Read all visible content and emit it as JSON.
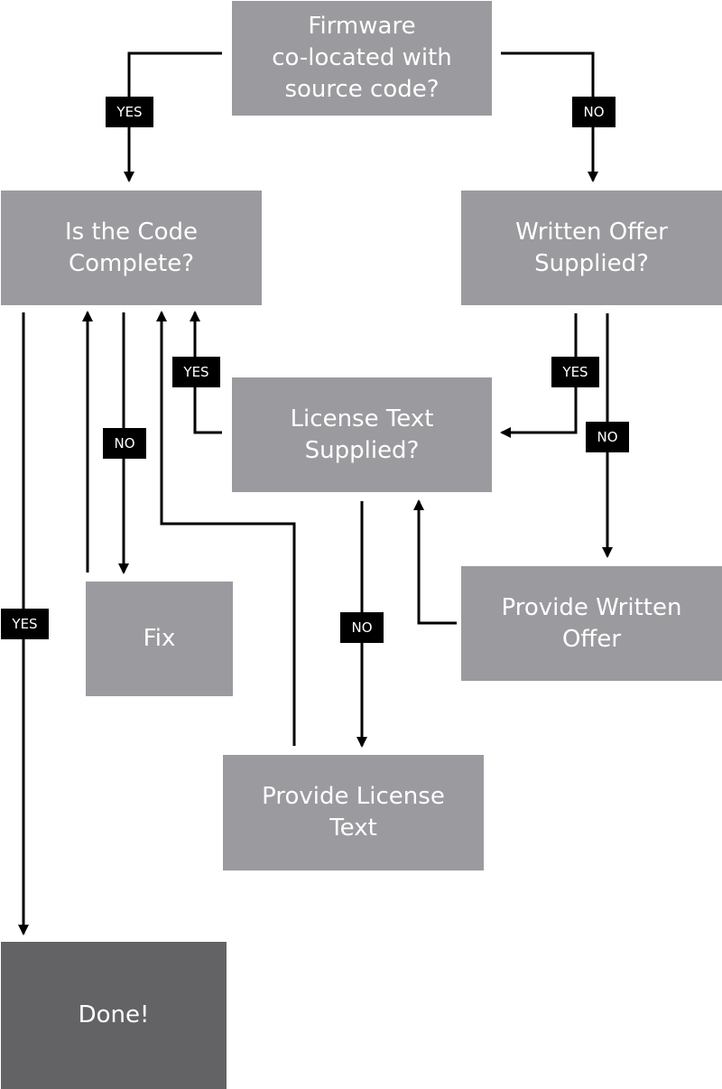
{
  "nodes": {
    "firmware": "Firmware\nco-located with\nsource code?",
    "code_complete": "Is the Code\nComplete?",
    "written_offer": "Written Offer\nSupplied?",
    "license_text": "License Text\nSupplied?",
    "fix": "Fix",
    "provide_written_offer": "Provide Written\nOffer",
    "provide_license_text": "Provide License\nText",
    "done": "Done!"
  },
  "labels": {
    "yes": "YES",
    "no": "NO"
  },
  "colors": {
    "box": "#9b9b9f",
    "terminal": "#636366",
    "line": "#000000",
    "text": "#ffffff"
  }
}
